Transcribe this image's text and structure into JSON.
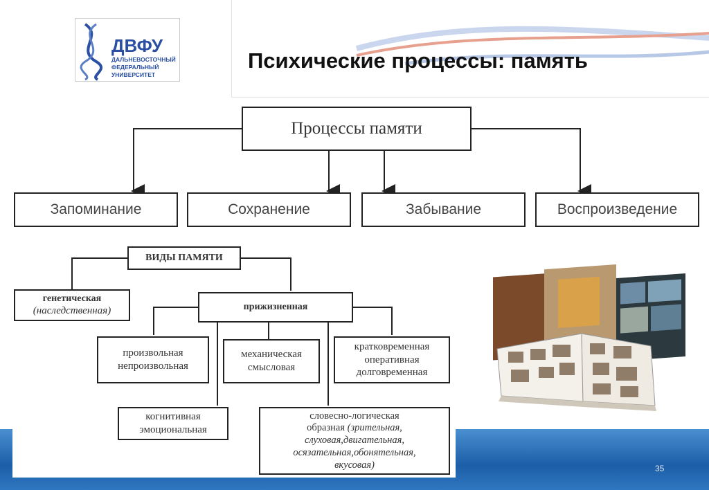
{
  "slide": {
    "title": "Психические процессы: память",
    "page_number": "35"
  },
  "logo": {
    "name": "ДВФУ",
    "line1": "ДАЛЬНЕВОСТОЧНЫЙ",
    "line2": "ФЕДЕРАЛЬНЫЙ",
    "line3": "УНИВЕРСИТЕТ",
    "color": "#2a4fa3"
  },
  "processes": {
    "root": "Процессы памяти",
    "items": [
      "Запоминание",
      "Сохранение",
      "Забывание",
      "Воспроизведение"
    ]
  },
  "memory_types": {
    "root": "ВИДЫ ПАМЯТИ",
    "genetic": {
      "label": "генетическая",
      "note": "(наследственная)"
    },
    "lifetime": "прижизненная",
    "voluntary": [
      "произвольная",
      "непроизвольная"
    ],
    "mechanical": [
      "механическая",
      "смысловая"
    ],
    "duration": [
      "кратковременная",
      "оперативная",
      "долговременная"
    ],
    "cognitive": [
      "когнитивная",
      "эмоциональная"
    ],
    "verbal": {
      "line1": "словесно-логическая",
      "line2": "образная",
      "line2_note": "(зрительная,",
      "line3": "слуховая,двигательная,",
      "line4": "осязательная,обонятельная,",
      "line5": "вкусовая)"
    }
  },
  "colors": {
    "accent_blue": "#1c5ea8",
    "title": "#111111"
  }
}
